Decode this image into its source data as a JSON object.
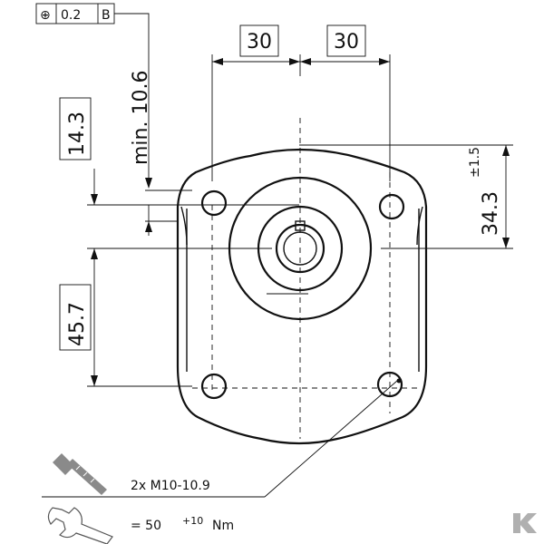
{
  "title": "",
  "tolerance_frame": {
    "symbol": "⊕",
    "value": "0.2",
    "datum": "B"
  },
  "dimensions": {
    "left_half_width": "30",
    "right_half_width": "30",
    "min_offset": "min. 10.6",
    "height_top": "14.3",
    "height_bottom": "45.7",
    "shaft_height": "34.3",
    "shaft_tolerance": "±1.5"
  },
  "fastener": {
    "bolt_spec": "2x M10-10.9",
    "torque": "= 50",
    "torque_tolerance": "+10",
    "torque_unit": "Nm"
  },
  "icons": {
    "bolt": "bolt-icon",
    "wrench": "wrench-icon",
    "brand": "brand-logo-icon"
  },
  "colors": {
    "line": "#111111",
    "icon_gray": "#8a8a8a",
    "background": "#ffffff"
  }
}
